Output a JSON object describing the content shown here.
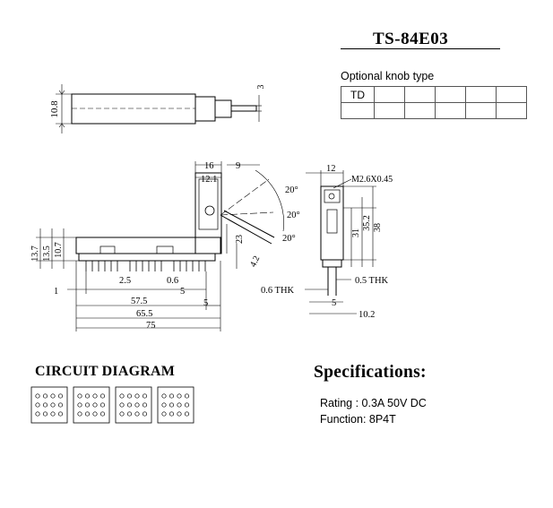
{
  "title": "TS-84E03",
  "knob": {
    "caption": "Optional knob type",
    "rows": [
      [
        "TD",
        "",
        "",
        "",
        "",
        ""
      ],
      [
        "",
        "",
        "",
        "",
        "",
        ""
      ]
    ]
  },
  "dimensions": {
    "top_view": [
      "10.8",
      "3"
    ],
    "front_view": [
      "16",
      "12.1",
      "9",
      "20°",
      "20°",
      "20°",
      "13.7",
      "13.5",
      "10.7",
      "23",
      "4.2",
      "1",
      "2.5",
      "0.6",
      "5",
      "57.5",
      "65.5",
      "5",
      "75"
    ],
    "side_view": [
      "12",
      "M2.6X0.45",
      "31",
      "35.2",
      "38",
      "0.6 THK",
      "0.5 THK",
      "5",
      "10.2"
    ]
  },
  "circuit": {
    "title": "CIRCUIT DIAGRAM",
    "groups": 4
  },
  "specifications": {
    "title": "Specifications:",
    "rating": "Rating : 0.3A 50V DC",
    "function": "Function: 8P4T"
  }
}
